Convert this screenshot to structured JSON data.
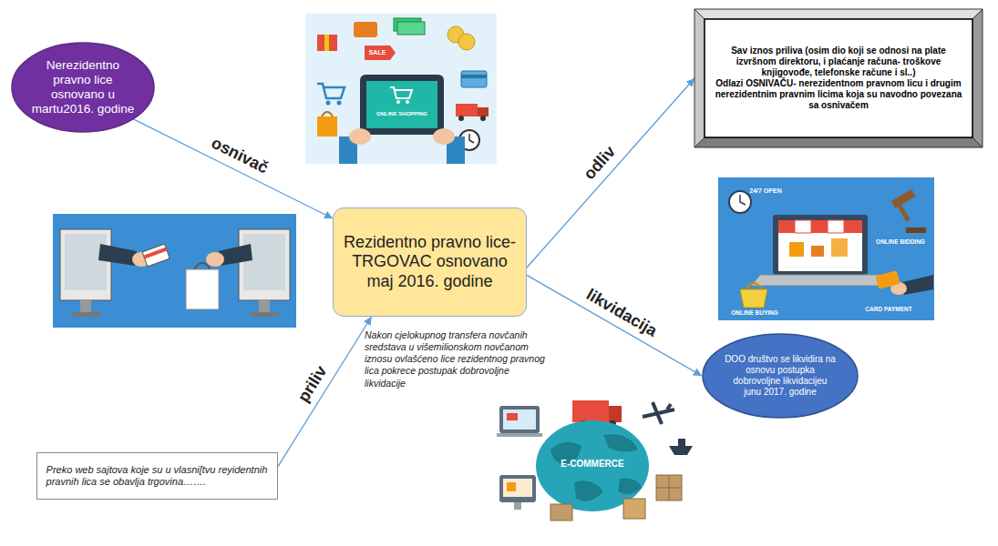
{
  "diagram": {
    "nodes": [
      {
        "text": [
          "Nerezidentno pravno lice osnovano u martu2016. godine"
        ]
      },
      {
        "text": [
          "Rezidentno pravno lice-TRGOVAC osnovano maj 2016. godine"
        ]
      },
      {
        "text": [
          "Sav iznos priliva (osim dio koji se odnosi na plate izvršnom direktoru, i plaćanje računa- troškove knjigovođe, telefonske račune i sl..)",
          "Odlazi OSNIVAČU- nerezidentnom pravnom licu i drugim nerezidentnim pravnim licima koja su navodno povezana sa osnivačem"
        ]
      },
      {
        "text": [
          "DOO društvo se likvidira na osnovu postupka dobrovoljne likvidacijeu junu 2017. godine"
        ]
      },
      {
        "text": [
          "Preko web sajtova koje su u vlasni[tvu reyidentnih pravnih lica se obavlja trgovina……."
        ]
      }
    ],
    "edges": [
      {
        "from": 0,
        "to": 1,
        "label": "osnivač",
        "arrow": "to"
      },
      {
        "from": 1,
        "to": 2,
        "label": "odliv",
        "arrow": "to"
      },
      {
        "from": 1,
        "to": 3,
        "label": "likvidacija",
        "arrow": "to"
      },
      {
        "from": 4,
        "to": 1,
        "label": "priliv",
        "arrow": "to"
      }
    ],
    "labels": [
      "Nakon cjelokupnog transfera novčanih sredstava u višemilionskom novčanom iznosu ovlašćeno lice rezidentnog pravnog lica pokrece postupak dobrovoljne likvidacije",
      "SALE",
      "ONLINE SHOPPING",
      "24/7 OPEN",
      "ONLINE BIDDING",
      "ONLINE BUYING",
      "CARD PAYMENT",
      "E-COMMERCE"
    ]
  }
}
